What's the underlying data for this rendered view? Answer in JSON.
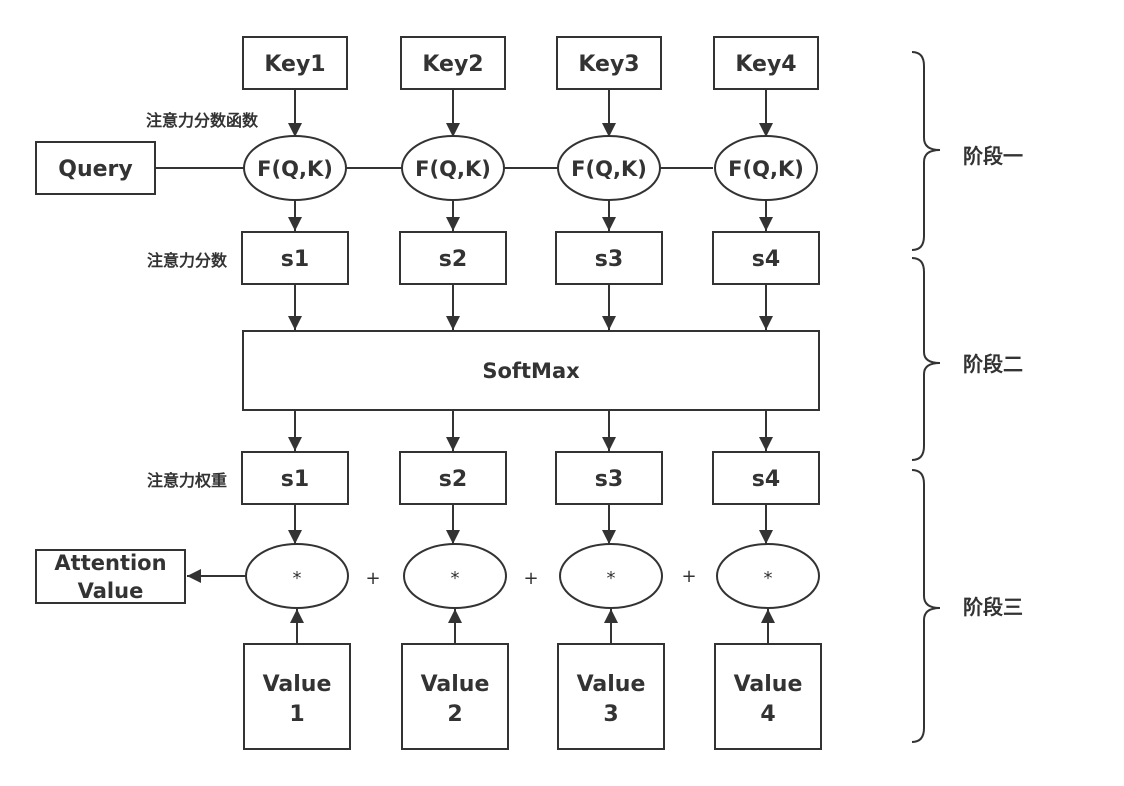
{
  "diagram": {
    "title": "Attention mechanism three-stage computation",
    "query": {
      "label": "Query"
    },
    "keys": [
      {
        "label": "Key1"
      },
      {
        "label": "Key2"
      },
      {
        "label": "Key3"
      },
      {
        "label": "Key4"
      }
    ],
    "score_functions": [
      {
        "label": "F(Q,K)"
      },
      {
        "label": "F(Q,K)"
      },
      {
        "label": "F(Q,K)"
      },
      {
        "label": "F(Q,K)"
      }
    ],
    "scores": [
      {
        "label": "s1"
      },
      {
        "label": "s2"
      },
      {
        "label": "s3"
      },
      {
        "label": "s4"
      }
    ],
    "softmax": {
      "label": "SoftMax"
    },
    "weights": [
      {
        "label": "s1"
      },
      {
        "label": "s2"
      },
      {
        "label": "s3"
      },
      {
        "label": "s4"
      }
    ],
    "multiply_ops": [
      {
        "label": "*"
      },
      {
        "label": "*"
      },
      {
        "label": "*"
      },
      {
        "label": "*"
      }
    ],
    "plus_ops": [
      {
        "label": "+"
      },
      {
        "label": "+"
      },
      {
        "label": "+"
      }
    ],
    "values": [
      {
        "line1": "Value",
        "line2": "1"
      },
      {
        "line1": "Value",
        "line2": "2"
      },
      {
        "line1": "Value",
        "line2": "3"
      },
      {
        "line1": "Value",
        "line2": "4"
      }
    ],
    "attention_value": {
      "line1": "Attention",
      "line2": "Value"
    },
    "annotations": {
      "score_function": "注意力分数函数",
      "score": "注意力分数",
      "weight": "注意力权重"
    },
    "stages": [
      {
        "label": "阶段一"
      },
      {
        "label": "阶段二"
      },
      {
        "label": "阶段三"
      }
    ],
    "colors": {
      "stroke": "#333333",
      "background": "#ffffff"
    }
  }
}
